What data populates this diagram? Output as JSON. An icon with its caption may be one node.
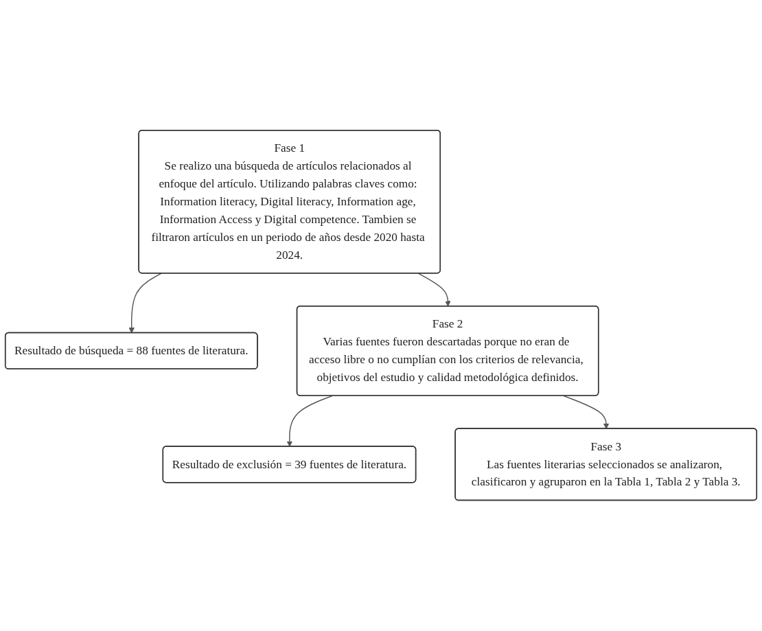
{
  "diagram": {
    "nodes": [
      {
        "text": [
          "Fase 1",
          "Se realizo una búsqueda de artículos relacionados al enfoque del artículo. Utilizando palabras claves como: Information literacy, Digital literacy, Information age, Information Access y Digital competence. Tambien se filtraron artículos en un periodo de años desde 2020 hasta 2024."
        ]
      },
      {
        "text": [
          "Resultado de búsqueda = 88 fuentes de literatura."
        ]
      },
      {
        "text": [
          "Fase 2",
          "Varias fuentes fueron descartadas porque no eran de acceso libre o no cumplían con los criterios de relevancia, objetivos del estudio y calidad metodológica definidos."
        ]
      },
      {
        "text": [
          "Resultado de exclusión = 39 fuentes de literatura."
        ]
      },
      {
        "text": [
          "Fase 3",
          "Las fuentes literarias seleccionados se analizaron, clasificaron y agruparon en la Tabla 1, Tabla 2 y Tabla 3."
        ]
      }
    ],
    "edges": [
      {
        "from": 0,
        "to": 1,
        "arrow": "to"
      },
      {
        "from": 0,
        "to": 2,
        "arrow": "to"
      },
      {
        "from": 2,
        "to": 3,
        "arrow": "to"
      },
      {
        "from": 2,
        "to": 4,
        "arrow": "to"
      }
    ]
  }
}
